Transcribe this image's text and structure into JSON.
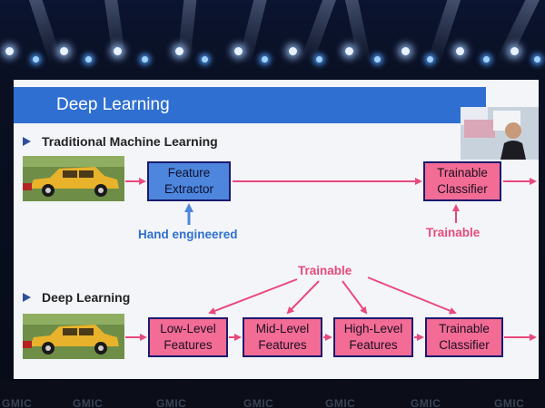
{
  "slide": {
    "title": "Deep Learning",
    "traditional": {
      "section_title": "Traditional Machine Learning",
      "feature_extractor_line1": "Feature",
      "feature_extractor_line2": "Extractor",
      "classifier_line1": "Trainable",
      "classifier_line2": "Classifier",
      "hand_engineered": "Hand engineered",
      "trainable": "Trainable"
    },
    "deep": {
      "section_title": "Deep Learning",
      "trainable": "Trainable",
      "boxes": [
        {
          "line1": "Low-Level",
          "line2": "Features"
        },
        {
          "line1": "Mid-Level",
          "line2": "Features"
        },
        {
          "line1": "High-Level",
          "line2": "Features"
        },
        {
          "line1": "Trainable",
          "line2": "Classifier"
        }
      ]
    }
  },
  "stage": {
    "logo_text": "GMIC"
  },
  "colors": {
    "header_blue": "#2f6fd1",
    "box_blue": "#4d86dc",
    "box_pink": "#f36c95",
    "arrow_red": "#e8497c",
    "label_blue": "#2f6fd1"
  },
  "icons": [
    "car-image",
    "arrow-right",
    "arrow-up",
    "bullet-triangle",
    "camera-feed"
  ]
}
